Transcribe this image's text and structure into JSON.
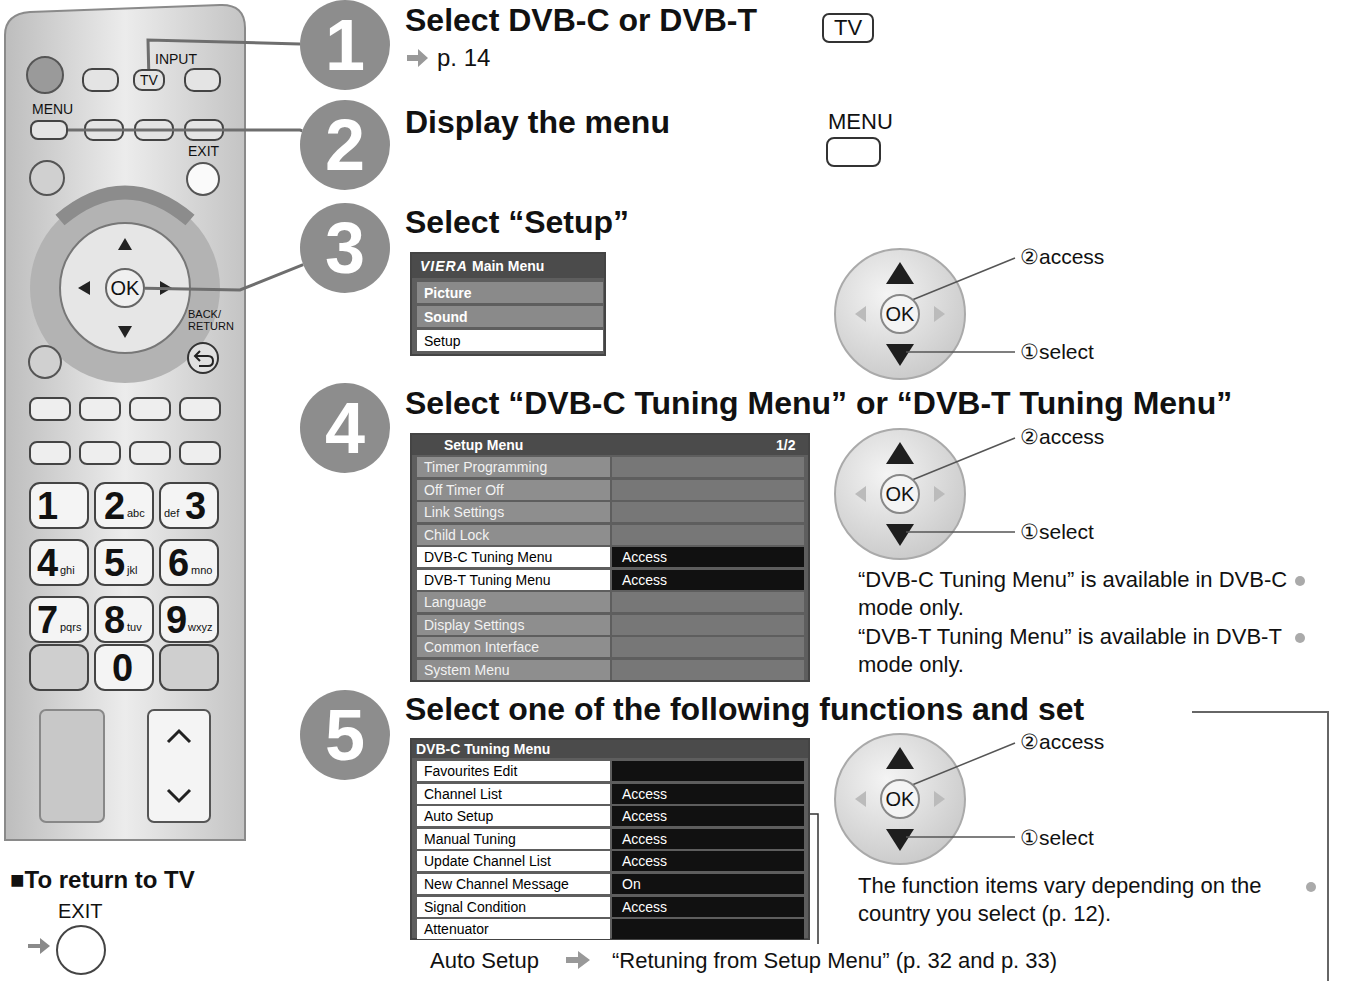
{
  "diagram": {
    "nodes": [
      {
        "text": [
          "TV"
        ]
      },
      {
        "text": [
          "MENU"
        ]
      },
      {
        "text": [
          "EXIT"
        ]
      },
      {
        "text": [
          "OK"
        ]
      },
      {
        "text": [
          "EXIT"
        ]
      },
      {
        "text": [
          "1"
        ]
      },
      {
        "text": [
          "2"
        ]
      },
      {
        "text": [
          "3"
        ]
      },
      {
        "text": [
          "4"
        ]
      },
      {
        "text": [
          "5"
        ]
      },
      {
        "text": [
          "TV"
        ]
      },
      {
        "text": [
          "MENU"
        ]
      },
      {
        "text": [
          "VIERA",
          "Main Menu",
          "Picture",
          "Sound",
          "Setup"
        ]
      },
      {
        "text": [
          "OK"
        ]
      },
      {
        "text": [
          "Setup Menu",
          "1/2",
          "Timer Programming",
          "Off Timer Off",
          "Link Settings",
          "Child Lock",
          "DVB-C Tuning Menu",
          "Access",
          "DVB-T Tuning Menu",
          "Access",
          "Language",
          "Display Settings",
          "Common Interface",
          "System Menu"
        ]
      },
      {
        "text": [
          "OK"
        ]
      },
      {
        "text": [
          "DVB-C Tuning Menu",
          "Favourites Edit",
          "Channel List",
          "Access",
          "Auto Setup",
          "Access",
          "Manual Tuning",
          "Access",
          "Update Channel List",
          "Access",
          "New Channel Message",
          "On",
          "Signal Condition",
          "Access",
          "Attenuator"
        ]
      },
      {
        "text": [
          "OK"
        ]
      }
    ],
    "edges": [
      {
        "from": 5,
        "to": 0,
        "arrow": "none"
      },
      {
        "from": 6,
        "to": 1,
        "arrow": "none"
      },
      {
        "from": 7,
        "to": 3,
        "arrow": "none"
      }
    ],
    "labels": [
      "Select DVB-C or DVB-T",
      "p. 14",
      "Display the menu",
      "Select “Setup”",
      "Select “DVB-C Tuning Menu” or “DVB-T Tuning Menu”",
      "Select one of the following functions and set",
      "②access",
      "①select",
      "②access",
      "①select",
      "“DVB-C Tuning Menu” is available in DVB-C mode only.",
      "“DVB-T Tuning Menu” is available in DVB-T mode only.",
      "②access",
      "①select",
      "The function items vary depending on the country you select (p. 12).",
      "Auto Setup",
      "“Retuning from Setup Menu” (p. 32 and p. 33)",
      "INPUT",
      "BACK/ RETURN",
      "1",
      "2",
      "abc",
      "def",
      "3",
      "4",
      "ghi",
      "5",
      "jkl",
      "6",
      "mno",
      "7",
      "pqrs",
      "8",
      "tuv",
      "9",
      "wxyz",
      "0",
      "■To return to TV"
    ]
  }
}
